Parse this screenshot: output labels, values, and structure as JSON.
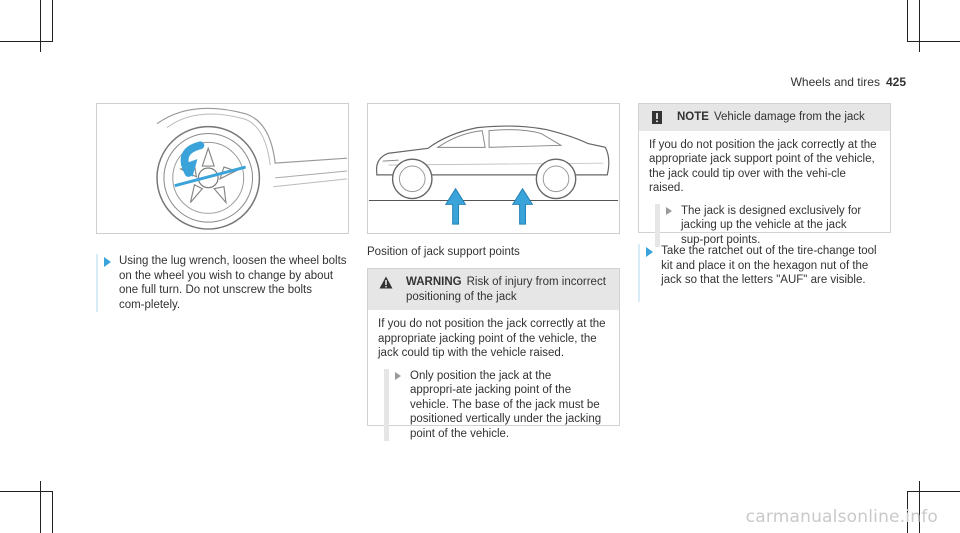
{
  "header": {
    "section": "Wheels and tires",
    "page": "425"
  },
  "col1": {
    "figure": "lug-wrench-on-wheel",
    "step": "Using the lug wrench, loosen the wheel bolts on the wheel you wish to change by about one full turn. Do not unscrew the bolts com‑pletely."
  },
  "col2": {
    "figure": "car-side-jack-points",
    "caption": "Position of jack support points",
    "warning": {
      "label": "WARNING",
      "title": "Risk of injury from incorrect positioning of the jack",
      "body": "If you do not position the jack correctly at the appropriate jacking point of the vehicle, the jack could tip with the vehicle raised.",
      "step": "Only position the jack at the appropri‑ate jacking point of the vehicle. The base of the jack must be positioned vertically under the jacking point of the vehicle."
    }
  },
  "col3": {
    "note": {
      "label": "NOTE",
      "title": "Vehicle damage from the jack",
      "body": "If you do not position the jack correctly at the appropriate jack support point of the vehicle, the jack could tip over with the vehi‑cle raised.",
      "step": "The jack is designed exclusively for jacking up the vehicle at the jack sup‑port points."
    },
    "step": "Take the ratchet out of the tire-change tool kit and place it on the hexagon nut of the jack so that the letters \"AUF\" are visible."
  },
  "watermark": "carmanualsonline.info",
  "colors": {
    "accent": "#3aa3d9",
    "bar": "#d8ecf7",
    "notice_head": "#e6e6e6"
  }
}
